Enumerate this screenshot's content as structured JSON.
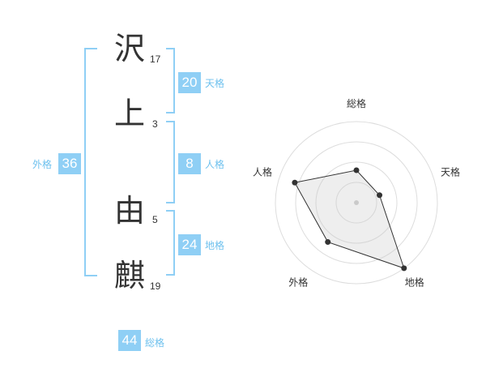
{
  "name": {
    "chars": [
      {
        "char": "沢",
        "strokes": "17"
      },
      {
        "char": "上",
        "strokes": "3"
      },
      {
        "char": "由",
        "strokes": "5"
      },
      {
        "char": "麒",
        "strokes": "19"
      }
    ]
  },
  "kakusu": {
    "tenkaku": {
      "value": "20",
      "label": "天格"
    },
    "jinkaku": {
      "value": "8",
      "label": "人格"
    },
    "chikaku": {
      "value": "24",
      "label": "地格"
    },
    "gaikaku": {
      "value": "36",
      "label": "外格"
    },
    "soukaku": {
      "value": "44",
      "label": "総格"
    }
  },
  "colors": {
    "accent": "#8fcff5",
    "label": "#6ec1ee",
    "text": "#333333"
  },
  "chart_data": {
    "type": "radar",
    "axes": [
      "総格",
      "天格",
      "地格",
      "外格",
      "人格"
    ],
    "values": [
      0.4,
      0.3,
      1.0,
      0.6,
      0.8
    ],
    "range": [
      0,
      1
    ],
    "rings": 4
  }
}
